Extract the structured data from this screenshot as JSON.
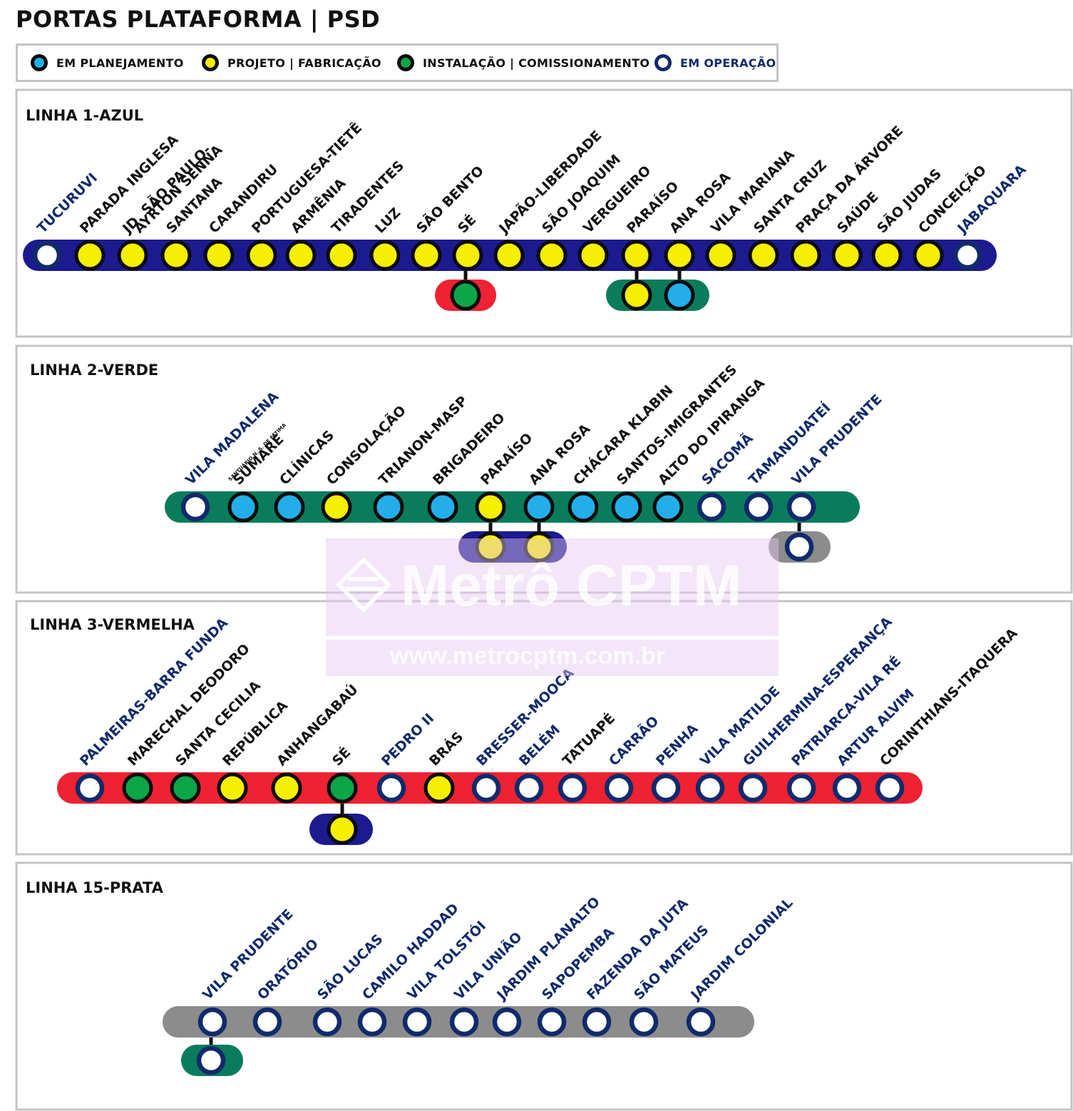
{
  "title": "PORTAS PLATAFORMA | PSD",
  "legend": [
    {
      "label": "EM PLANEJAMENTO",
      "status": "planning"
    },
    {
      "label": "PROJETO | FABRICAÇÃO",
      "status": "project"
    },
    {
      "label": "INSTALAÇÃO | COMISSIONAMENTO",
      "status": "install"
    },
    {
      "label": "EM OPERAÇÃO",
      "status": "operation"
    }
  ],
  "colors": {
    "planning": "#23aeea",
    "project": "#f6ef00",
    "install": "#0da54a",
    "operation": "#ffffff",
    "operation_ring": "#102a6b",
    "dot_ring": "#0a0a0a",
    "label_text": "#111111",
    "label_operation": "#102a6b",
    "line_1": "#1c1a8f",
    "line_2": "#0a7c5c",
    "line_3": "#ee2232",
    "line_15": "#8c8c8c"
  },
  "watermark": {
    "brand": "Metrô CPTM",
    "url": "www.metrocptm.com.br"
  },
  "lines": [
    {
      "name": "LINHA 1-AZUL",
      "color_key": "line_1",
      "stations": [
        {
          "label": "TUCURUVI",
          "status": "operation"
        },
        {
          "label": "PARADA INGLESA",
          "status": "project"
        },
        {
          "label": "JD. SÃO PAULO-",
          "label2": "AYRTON SENNA",
          "status": "project"
        },
        {
          "label": "SANTANA",
          "status": "project"
        },
        {
          "label": "CARANDIRU",
          "status": "project"
        },
        {
          "label": "PORTUGUESA-TIETÊ",
          "status": "project"
        },
        {
          "label": "ARMÊNIA",
          "status": "project"
        },
        {
          "label": "TIRADENTES",
          "status": "project"
        },
        {
          "label": "LUZ",
          "status": "project"
        },
        {
          "label": "SÃO BENTO",
          "status": "project"
        },
        {
          "label": "SÉ",
          "status": "project"
        },
        {
          "label": "JAPÃO-LIBERDADE",
          "status": "project"
        },
        {
          "label": "SÃO JOAQUIM",
          "status": "project"
        },
        {
          "label": "VERGUEIRO",
          "status": "project"
        },
        {
          "label": "PARAÍSO",
          "status": "project"
        },
        {
          "label": "ANA ROSA",
          "status": "project"
        },
        {
          "label": "VILA MARIANA",
          "status": "project"
        },
        {
          "label": "SANTA CRUZ",
          "status": "project"
        },
        {
          "label": "PRAÇA DA ÁRVORE",
          "status": "project"
        },
        {
          "label": "SAÚDE",
          "status": "project"
        },
        {
          "label": "SÃO JUDAS",
          "status": "project"
        },
        {
          "label": "CONCEIÇÃO",
          "status": "project"
        },
        {
          "label": "JABAQUARA",
          "status": "operation"
        }
      ],
      "transfers": [
        {
          "line": "line_3",
          "items": [
            {
              "at": "SÉ",
              "status": "install"
            }
          ]
        },
        {
          "line": "line_2",
          "items": [
            {
              "at": "PARAÍSO",
              "status": "project"
            },
            {
              "at": "ANA ROSA",
              "status": "planning"
            }
          ]
        }
      ]
    },
    {
      "name": "LINHA 2-VERDE",
      "color_key": "line_2",
      "stations": [
        {
          "label": "VILA MADALENA",
          "status": "operation"
        },
        {
          "label": "SUMARÉ",
          "sublabel": "SANTUÁRIO N. S. DE FÁTIMA",
          "status": "planning"
        },
        {
          "label": "CLÍNICAS",
          "status": "planning"
        },
        {
          "label": "CONSOLAÇÃO",
          "status": "project"
        },
        {
          "label": "TRIANON-MASP",
          "status": "planning"
        },
        {
          "label": "BRIGADEIRO",
          "status": "planning"
        },
        {
          "label": "PARAÍSO",
          "status": "project"
        },
        {
          "label": "ANA ROSA",
          "status": "planning"
        },
        {
          "label": "CHÁCARA KLABIN",
          "status": "planning"
        },
        {
          "label": "SANTOS-IMIGRANTES",
          "status": "planning"
        },
        {
          "label": "ALTO DO IPIRANGA",
          "status": "planning"
        },
        {
          "label": "SACOMÃ",
          "status": "operation"
        },
        {
          "label": "TAMANDUATEÍ",
          "status": "operation"
        },
        {
          "label": "VILA PRUDENTE",
          "status": "operation"
        }
      ],
      "transfers": [
        {
          "line": "line_1",
          "items": [
            {
              "at": "PARAÍSO",
              "status": "project"
            },
            {
              "at": "ANA ROSA",
              "status": "project"
            }
          ]
        },
        {
          "line": "line_15",
          "items": [
            {
              "at": "VILA PRUDENTE",
              "status": "operation"
            }
          ]
        }
      ]
    },
    {
      "name": "LINHA 3-VERMELHA",
      "color_key": "line_3",
      "stations": [
        {
          "label": "PALMEIRAS-BARRA FUNDA",
          "status": "operation"
        },
        {
          "label": "MARECHAL DEODORO",
          "status": "install"
        },
        {
          "label": "SANTA CECILIA",
          "status": "install"
        },
        {
          "label": "REPÚBLICA",
          "status": "project"
        },
        {
          "label": "ANHANGABAÚ",
          "status": "project"
        },
        {
          "label": "SÉ",
          "status": "install"
        },
        {
          "label": "PEDRO II",
          "status": "operation"
        },
        {
          "label": "BRÁS",
          "status": "project"
        },
        {
          "label": "BRESSER-MOOCA",
          "status": "operation"
        },
        {
          "label": "BELÉM",
          "status": "operation"
        },
        {
          "label": "TATUAPÉ",
          "status": "operation",
          "dark_label": true
        },
        {
          "label": "CARRÃO",
          "status": "operation"
        },
        {
          "label": "PENHA",
          "status": "operation"
        },
        {
          "label": "VILA MATILDE",
          "status": "operation"
        },
        {
          "label": "GUILHERMINA-ESPERANÇA",
          "status": "operation"
        },
        {
          "label": "PATRIARCA-VILA RÉ",
          "status": "operation"
        },
        {
          "label": "ARTUR ALVIM",
          "status": "operation"
        },
        {
          "label": "CORINTHIANS-ITAQUERA",
          "status": "operation",
          "dark_label": true
        }
      ],
      "transfers": [
        {
          "line": "line_1",
          "items": [
            {
              "at": "SÉ",
              "status": "project"
            }
          ]
        }
      ]
    },
    {
      "name": "LINHA 15-PRATA",
      "color_key": "line_15",
      "stations": [
        {
          "label": "VILA PRUDENTE",
          "status": "operation"
        },
        {
          "label": "ORATÓRIO",
          "status": "operation"
        },
        {
          "label": "SÃO LUCAS",
          "status": "operation"
        },
        {
          "label": "CAMILO HADDAD",
          "status": "operation"
        },
        {
          "label": "VILA TOLSTÓI",
          "status": "operation"
        },
        {
          "label": "VILA UNIÃO",
          "status": "operation"
        },
        {
          "label": "JARDIM PLANALTO",
          "status": "operation"
        },
        {
          "label": "SAPOPEMBA",
          "status": "operation"
        },
        {
          "label": "FAZENDA DA JUTA",
          "status": "operation"
        },
        {
          "label": "SÃO MATEUS",
          "status": "operation"
        },
        {
          "label": "JARDIM COLONIAL",
          "status": "operation"
        }
      ],
      "transfers": [
        {
          "line": "line_2",
          "items": [
            {
              "at": "VILA PRUDENTE",
              "status": "operation"
            }
          ]
        }
      ]
    }
  ]
}
